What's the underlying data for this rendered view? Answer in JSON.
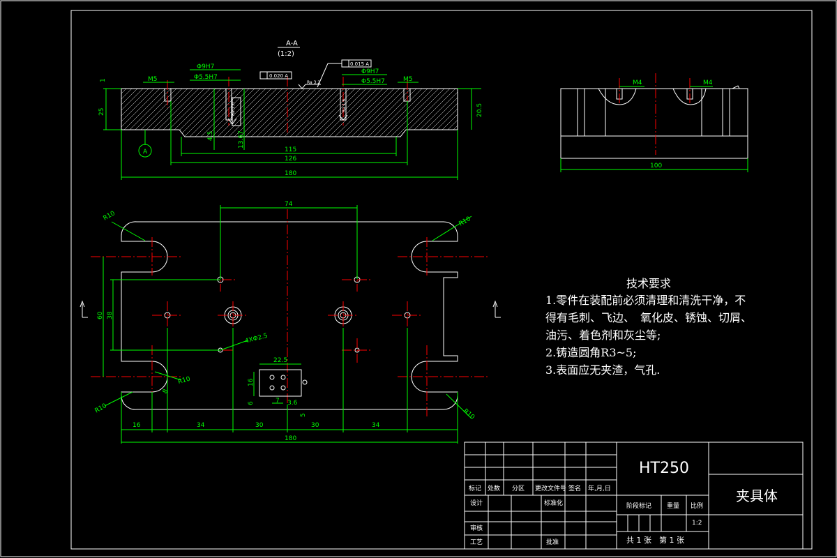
{
  "section": {
    "label": "A-A",
    "scale": "(1:2)"
  },
  "view_marker": "A",
  "dims_section": {
    "m5_left": "M5",
    "m5_right": "M5",
    "phi9h7_left": "Φ9H7",
    "phi9h7_right": "Φ9H7",
    "phi5_left": "Φ5.5H7",
    "phi5_right": "Φ5.5H7",
    "h1": "1",
    "h25": "25",
    "h20_5": "20.5",
    "d4_5": "4.5",
    "d13_67": "13.67",
    "d115": "115",
    "d126": "126",
    "d180": "180",
    "tol_left": "0.020 A",
    "tol_right": "0.015 A",
    "ra_left": "Ra 1.6",
    "ra_mid": "Ra 3.2",
    "ra_right": "Ra 1.6"
  },
  "dims_side": {
    "m4_left": "M4",
    "m4_right": "M4",
    "d100": "100"
  },
  "dims_plan": {
    "r10_tl": "R10",
    "r10_tr": "R10",
    "r10_bl": "R10",
    "r10_br": "R10",
    "r10_inner": "R10",
    "d74": "74",
    "d60": "60",
    "d38": "38",
    "d4x": "4XΦ2.5",
    "d22_5": "22.5",
    "d16a": "16",
    "d6": "6",
    "d7": "7",
    "d3_6": "3.6",
    "d5": "5",
    "d16b": "16",
    "d34a": "34",
    "d30a": "30",
    "d30b": "30",
    "d34b": "34",
    "d180": "180",
    "d8": "8"
  },
  "tech": {
    "title": "技术要求",
    "lines": [
      "1.零件在装配前必须清理和清洗干净，不",
      "得有毛刺、飞边、　氧化皮、锈蚀、切屑、",
      "油污、着色剂和灰尘等;",
      "2.铸造圆角R3~5;",
      "3.表面应无夹渣，气孔."
    ]
  },
  "title_block": {
    "material": "HT250",
    "part_name": "夹具体",
    "h_mark": "标记",
    "h_count": "处数",
    "h_zone": "分区",
    "h_docno": "更改文件号",
    "h_sign": "签名",
    "h_date": "年,月,日",
    "design": "设计",
    "standard": "标准化",
    "stage": "阶段标记",
    "weight": "重量",
    "ratio": "比例",
    "scale_value": "1:2",
    "check": "审核",
    "process": "工艺",
    "approve": "批准",
    "sheets": "共 1 张　第 1 张"
  }
}
